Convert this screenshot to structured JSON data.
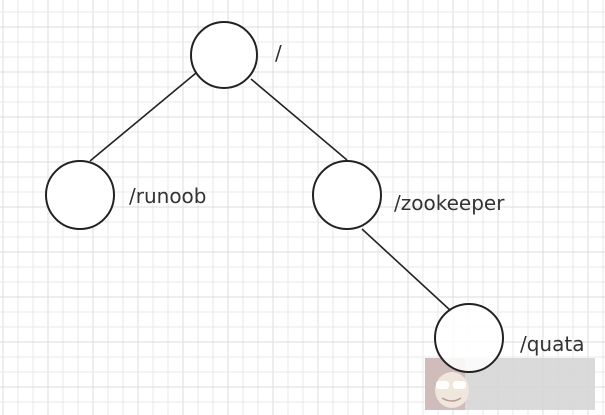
{
  "diagram": {
    "type": "tree",
    "nodes": [
      {
        "id": "root",
        "label": "/"
      },
      {
        "id": "runoob",
        "label": "/runoob",
        "parent": "root"
      },
      {
        "id": "zookeeper",
        "label": "/zookeeper",
        "parent": "root"
      },
      {
        "id": "quata",
        "label": "/quata",
        "parent": "zookeeper"
      }
    ]
  },
  "colors": {
    "grid": "#e8e8e8",
    "grid_major": "#dcdcdc",
    "stroke": "#222222",
    "watermark_bg": "#d6d6d6"
  },
  "watermark": {
    "icon": "avatar-sunglasses-icon"
  }
}
